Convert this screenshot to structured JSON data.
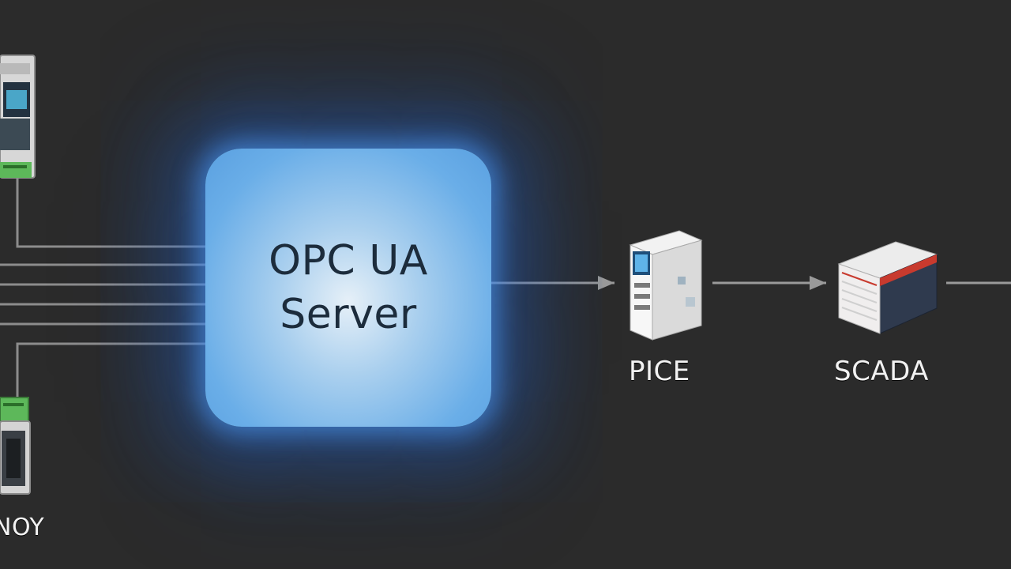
{
  "server": {
    "line1": "OPC UA",
    "line2": "Server"
  },
  "nodes": {
    "plc": {
      "label": "PICE",
      "icon": "server-tower-icon"
    },
    "scada": {
      "label": "SCADA",
      "icon": "server-rack-icon"
    },
    "left_device": {
      "label": "NOY",
      "icon": "plc-module-icon"
    }
  },
  "colors": {
    "background": "#2b2b2b",
    "server_fill": "#6aaee8",
    "server_glow": "#3d8cff",
    "connector": "#9a9a9a",
    "device_green": "#5db85a"
  }
}
